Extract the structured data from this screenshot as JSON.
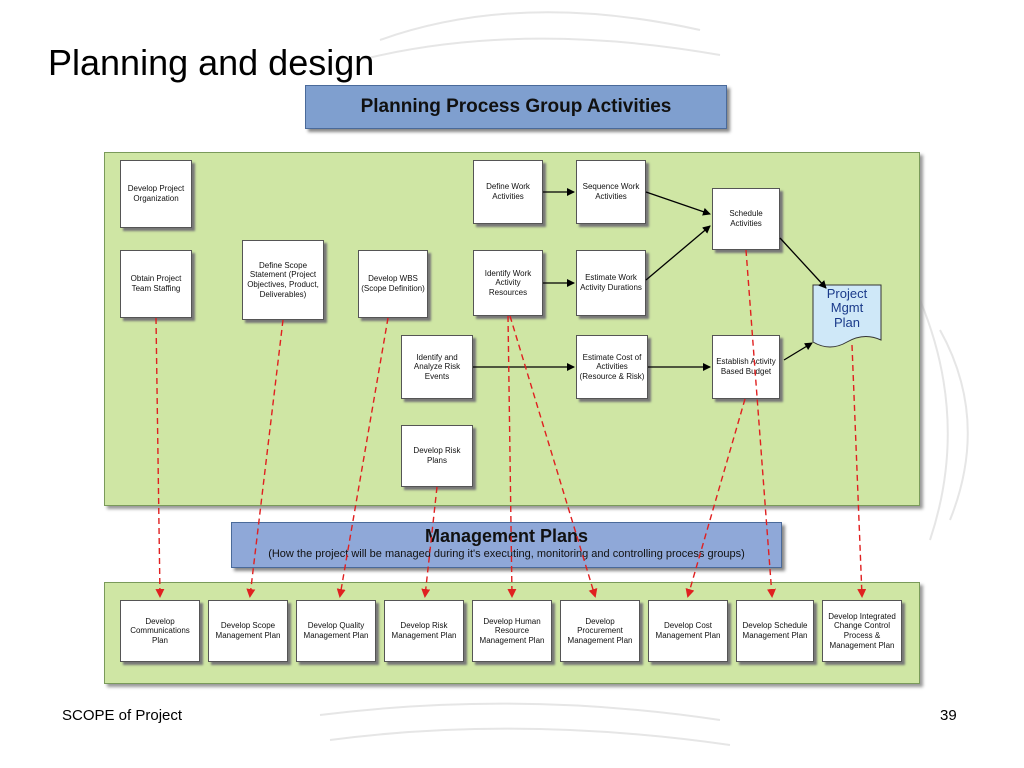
{
  "title": "Planning and design",
  "header": "Planning Process Group Activities",
  "top_boxes": [
    {
      "id": "org",
      "text": "Develop Project Organization"
    },
    {
      "id": "staff",
      "text": "Obtain Project Team Staffing"
    },
    {
      "id": "scope",
      "text": "Define Scope Statement (Project Objectives, Product, Deliverables)"
    },
    {
      "id": "wbs",
      "text": "Develop WBS (Scope Definition)"
    },
    {
      "id": "define",
      "text": "Define Work Activities"
    },
    {
      "id": "identify",
      "text": "Identify Work Activity Resources"
    },
    {
      "id": "sequence",
      "text": "Sequence Work Activities"
    },
    {
      "id": "estimate",
      "text": "Estimate Work Activity Durations"
    },
    {
      "id": "schedule",
      "text": "Schedule Activities"
    },
    {
      "id": "risk",
      "text": "Identify and Analyze Risk Events"
    },
    {
      "id": "cost",
      "text": "Estimate Cost of Activities (Resource & Risk)"
    },
    {
      "id": "budget",
      "text": "Establish Activity Based Budget"
    },
    {
      "id": "riskplans",
      "text": "Develop Risk Plans"
    }
  ],
  "pmp": {
    "lines": [
      "Project",
      "Mgmt",
      "Plan"
    ]
  },
  "mgmt": {
    "title": "Management Plans",
    "subtitle": "(How the project will be managed during it's executing, monitoring and controlling process groups)"
  },
  "bottom_boxes": [
    {
      "id": "comm",
      "text": "Develop Communications Plan"
    },
    {
      "id": "scopeplan",
      "text": "Develop Scope Management Plan"
    },
    {
      "id": "quality",
      "text": "Develop Quality Management Plan"
    },
    {
      "id": "riskplan",
      "text": "Develop Risk Management Plan"
    },
    {
      "id": "hr",
      "text": "Develop Human Resource Management Plan"
    },
    {
      "id": "proc",
      "text": "Develop Procurement Management Plan"
    },
    {
      "id": "costplan",
      "text": "Develop Cost Management Plan"
    },
    {
      "id": "schedplan",
      "text": "Develop Schedule Management Plan"
    },
    {
      "id": "change",
      "text": "Develop Integrated Change Control Process & Management Plan"
    }
  ],
  "footer": {
    "left": "SCOPE of  Project",
    "right": "39"
  },
  "colors": {
    "panel": "#cfe6a4",
    "header": "#7f9fcf",
    "banner": "#8fa8d8",
    "dashed": "#e02020",
    "pmp": "#cfe8f8"
  }
}
